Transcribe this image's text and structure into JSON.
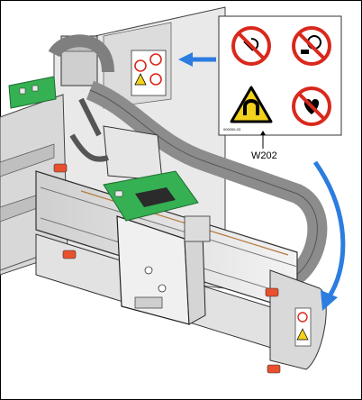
{
  "callout": {
    "label": "W202",
    "symbols": [
      {
        "name": "no-pacemaker",
        "color": "#d9281c"
      },
      {
        "name": "no-watches-metal",
        "color": "#d9281c"
      },
      {
        "name": "magnetic-field-warning",
        "color": "#f2d21a"
      },
      {
        "name": "no-implants",
        "color": "#d9281c"
      }
    ],
    "fine_print": "000000-03"
  },
  "colors": {
    "pcb": "#35b052",
    "belt": "#8c8c8c",
    "plate": "#f0f0f0",
    "bumper": "#e8502e",
    "arrow": "#2b7de0"
  }
}
